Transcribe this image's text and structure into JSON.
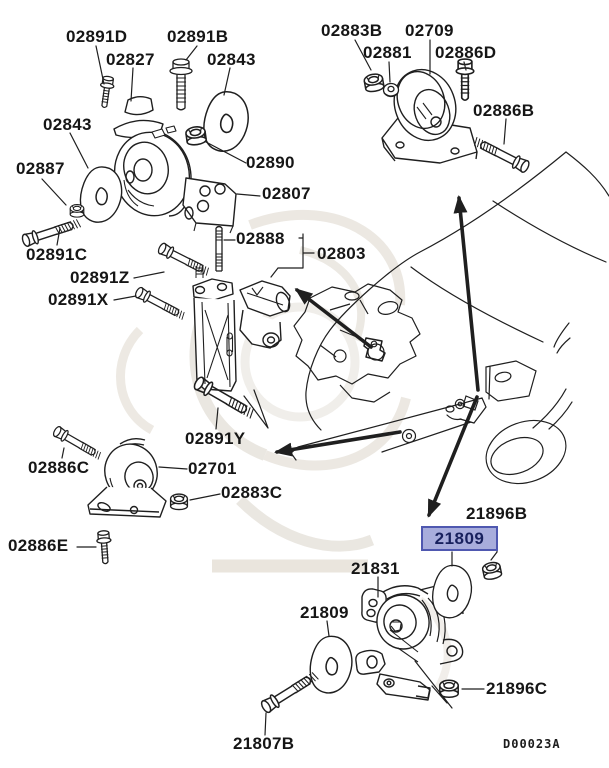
{
  "diagram": {
    "drawing_code": "D00023A",
    "line_color": "#1f1f1f",
    "highlight": {
      "text": "21809",
      "fill": "#a8addc",
      "border": "#4f58b0",
      "text_color": "#18215e"
    },
    "labels": [
      {
        "text": "02891D"
      },
      {
        "text": "02891B"
      },
      {
        "text": "02827"
      },
      {
        "text": "02843"
      },
      {
        "text": "02843"
      },
      {
        "text": "02887"
      },
      {
        "text": "02890"
      },
      {
        "text": "02807"
      },
      {
        "text": "02888"
      },
      {
        "text": "02803"
      },
      {
        "text": "02891C"
      },
      {
        "text": "02891Z"
      },
      {
        "text": "02891X"
      },
      {
        "text": "02883B"
      },
      {
        "text": "02709"
      },
      {
        "text": "02881"
      },
      {
        "text": "02886D"
      },
      {
        "text": "02886B"
      },
      {
        "text": "02891Y"
      },
      {
        "text": "02886C"
      },
      {
        "text": "02701"
      },
      {
        "text": "02883C"
      },
      {
        "text": "02886E"
      },
      {
        "text": "21896B"
      },
      {
        "text": "21831"
      },
      {
        "text": "21809"
      },
      {
        "text": "21807B"
      },
      {
        "text": "21896C"
      }
    ]
  }
}
